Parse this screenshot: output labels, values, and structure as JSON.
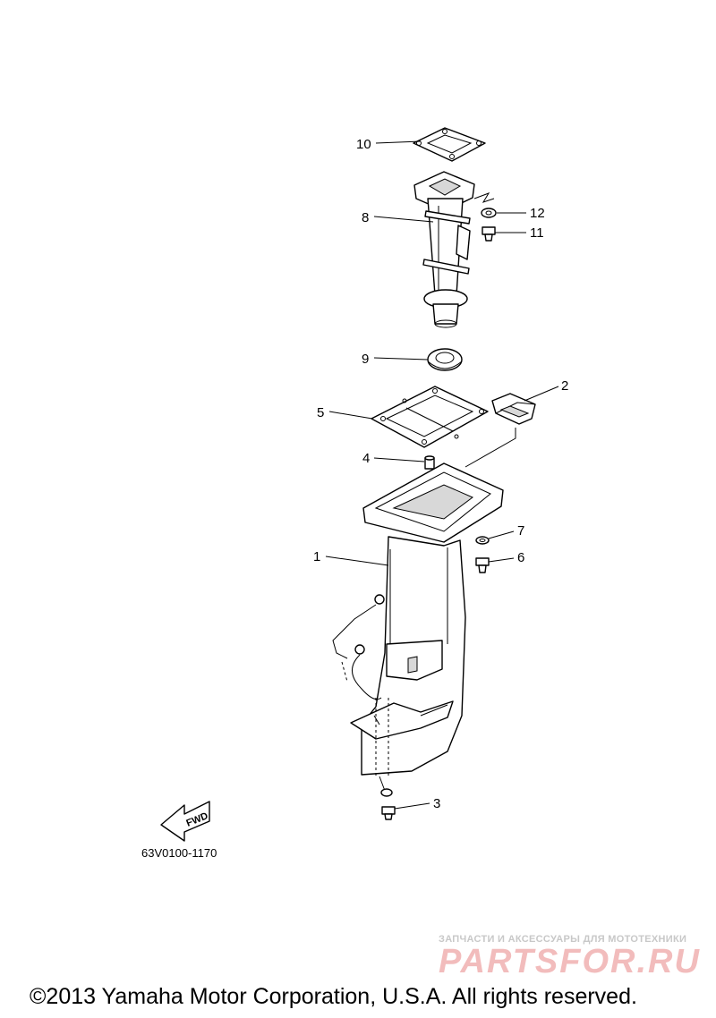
{
  "diagram": {
    "code": "63V0100-1170",
    "fwd_label": "FWD",
    "callouts": [
      {
        "id": "1",
        "label": "1"
      },
      {
        "id": "2",
        "label": "2"
      },
      {
        "id": "3",
        "label": "3"
      },
      {
        "id": "4",
        "label": "4"
      },
      {
        "id": "5",
        "label": "5"
      },
      {
        "id": "6",
        "label": "6"
      },
      {
        "id": "7",
        "label": "7"
      },
      {
        "id": "8",
        "label": "8"
      },
      {
        "id": "9",
        "label": "9"
      },
      {
        "id": "10",
        "label": "10"
      },
      {
        "id": "11",
        "label": "11"
      },
      {
        "id": "12",
        "label": "12"
      }
    ]
  },
  "watermark": {
    "line1": "ЗАПЧАСТИ И АКСЕССУАРЫ ДЛЯ МОТОТЕХНИКИ",
    "line2": "PARTSFOR.RU"
  },
  "copyright": "©2013 Yamaha Motor Corporation, U.S.A. All rights reserved.",
  "colors": {
    "line": "#000000",
    "watermark_red": "#f2bcbc",
    "watermark_grey": "#c8c8c8"
  }
}
